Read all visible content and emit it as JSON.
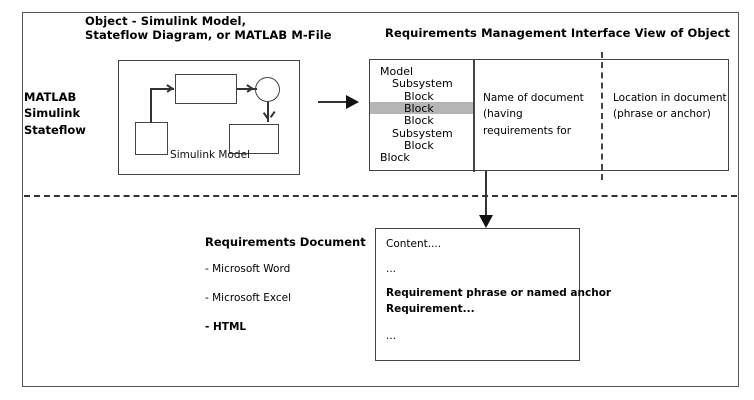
{
  "diagram": {
    "title": "Requirements Management Interface overview",
    "colors": {
      "line": "#333333",
      "box_border": "#444444",
      "frame": "#555555",
      "highlight": "#b5b5b5",
      "background": "#ffffff"
    }
  },
  "headers": {
    "object_line1": "Object - Simulink Model,",
    "object_line2": "Stateflow Diagram, or MATLAB M-File",
    "rmi_view": "Requirements Management Interface View of Object"
  },
  "left_label": {
    "line1": "MATLAB",
    "line2": "Simulink",
    "line3": "Stateflow"
  },
  "simulink_model": {
    "caption": "Simulink Model"
  },
  "rmi_table": {
    "tree": [
      {
        "label": "Model",
        "indent": 0,
        "selected": false
      },
      {
        "label": "Subsystem",
        "indent": 1,
        "selected": false
      },
      {
        "label": "Block",
        "indent": 2,
        "selected": false
      },
      {
        "label": "Block",
        "indent": 2,
        "selected": true
      },
      {
        "label": "Block",
        "indent": 2,
        "selected": false
      },
      {
        "label": "Subsystem",
        "indent": 1,
        "selected": false
      },
      {
        "label": "Block",
        "indent": 2,
        "selected": false
      },
      {
        "label": "Block",
        "indent": 0,
        "selected": false
      }
    ],
    "document_column": {
      "line1": "Name of document",
      "line2": "(having",
      "line3": "requirements for"
    },
    "location_column": {
      "line1": "Location in document",
      "line2": "(phrase or anchor)"
    }
  },
  "requirements_document": {
    "title": "Requirements Document",
    "items": [
      "- Microsoft Word",
      "- Microsoft Excel",
      "- HTML"
    ]
  },
  "document_content": {
    "line1": "Content....",
    "line2": "...",
    "line3": "Requirement phrase or named anchor",
    "line4": "Requirement...",
    "line5": "..."
  }
}
